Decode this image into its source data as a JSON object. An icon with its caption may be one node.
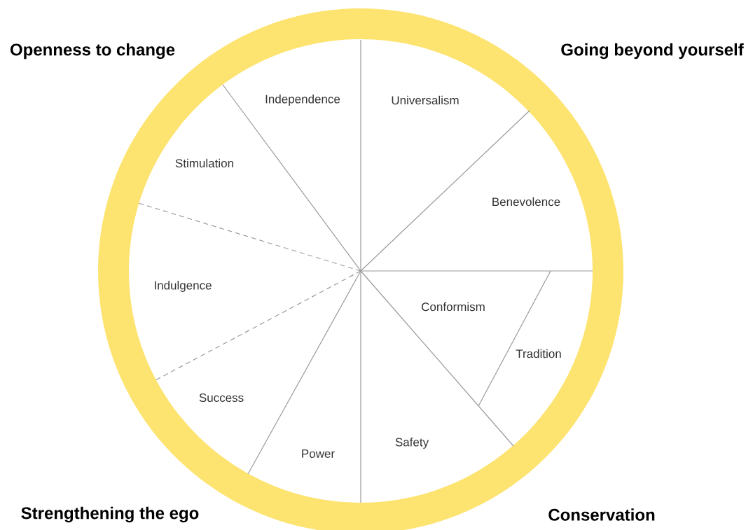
{
  "diagram": {
    "labels": [
      "Openness to change",
      "Going beyond yourself",
      "Independence",
      "Universalism",
      "Stimulation",
      "Benevolence",
      "Indulgence",
      "Conformism",
      "Tradition",
      "Success",
      "Safety",
      "Power",
      "Strengthening the ego",
      "Conservation"
    ]
  }
}
